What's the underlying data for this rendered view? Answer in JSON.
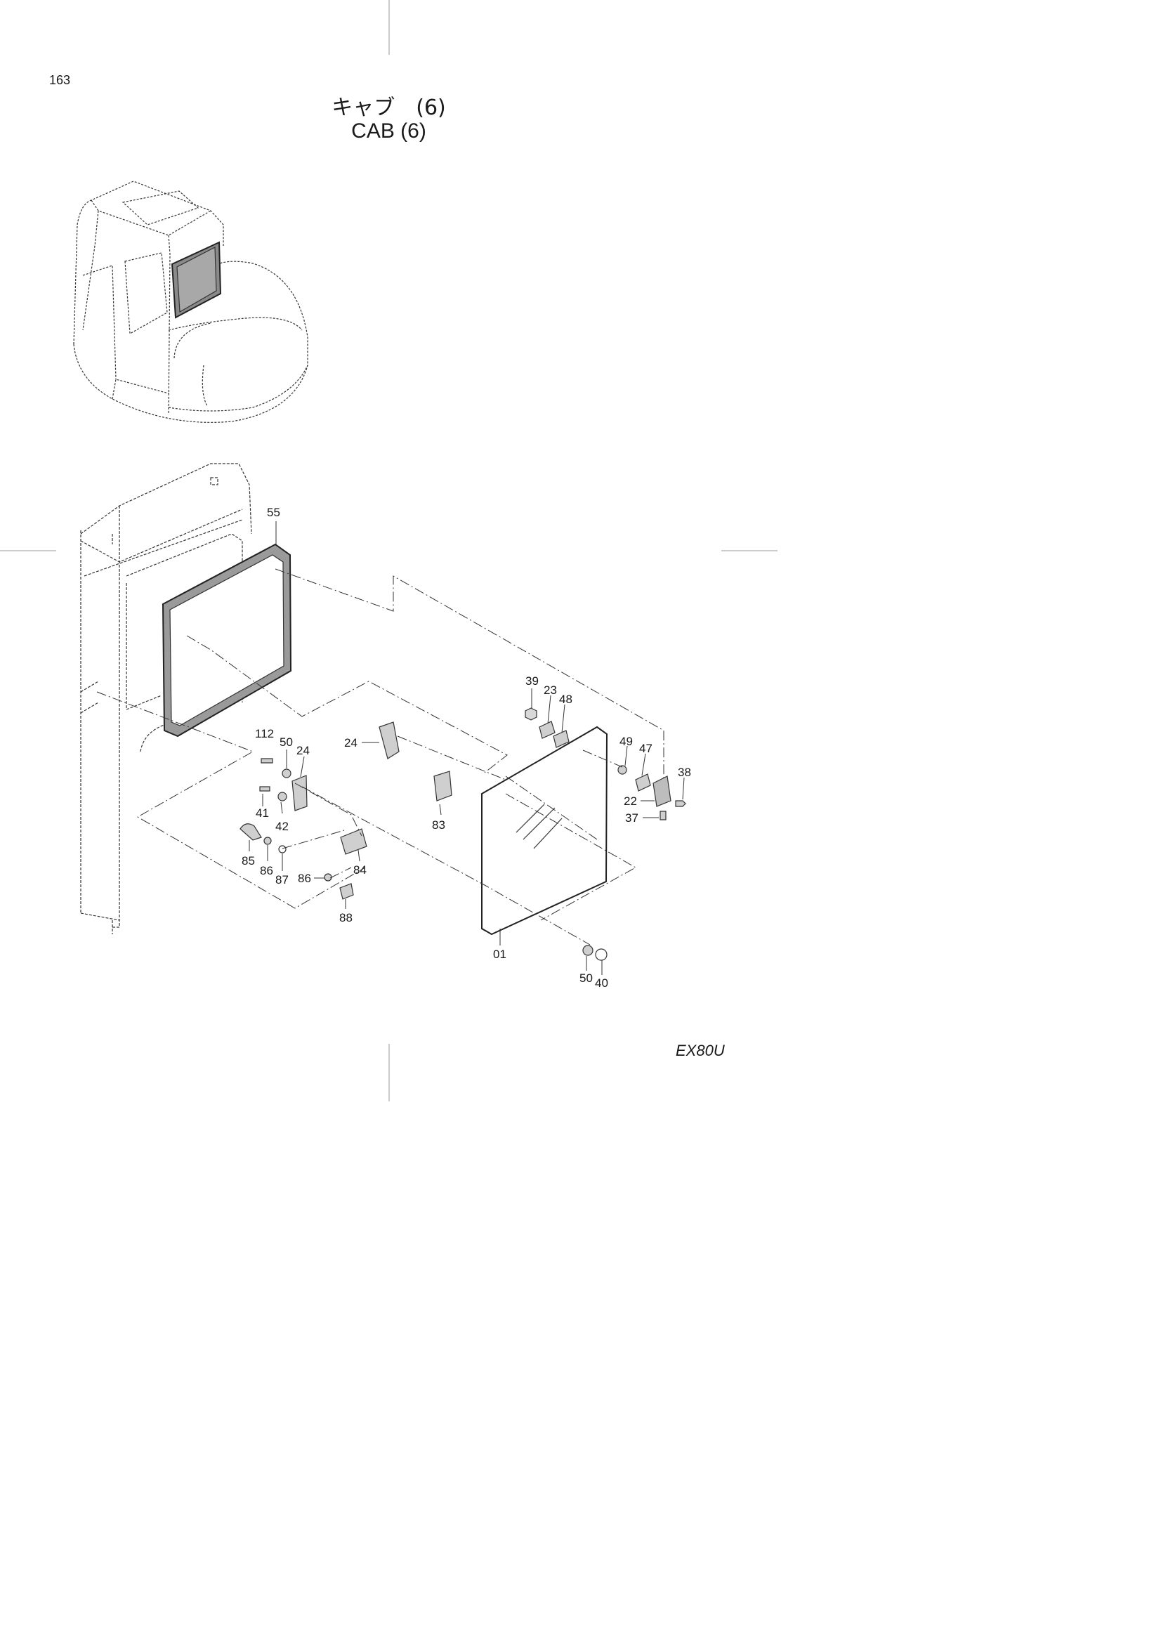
{
  "page_number": "163",
  "title_jp": "キャブ　(6)",
  "title_en": "CAB  (6)",
  "model": "EX80U",
  "callouts": [
    {
      "id": "callout-55",
      "text": "55"
    },
    {
      "id": "callout-39",
      "text": "39"
    },
    {
      "id": "callout-23",
      "text": "23"
    },
    {
      "id": "callout-48",
      "text": "48"
    },
    {
      "id": "callout-24a",
      "text": "24"
    },
    {
      "id": "callout-49",
      "text": "49"
    },
    {
      "id": "callout-47",
      "text": "47"
    },
    {
      "id": "callout-38",
      "text": "38"
    },
    {
      "id": "callout-22",
      "text": "22"
    },
    {
      "id": "callout-37",
      "text": "37"
    },
    {
      "id": "callout-112",
      "text": "112"
    },
    {
      "id": "callout-50a",
      "text": "50"
    },
    {
      "id": "callout-24b",
      "text": "24"
    },
    {
      "id": "callout-41",
      "text": "41"
    },
    {
      "id": "callout-42",
      "text": "42"
    },
    {
      "id": "callout-83",
      "text": "83"
    },
    {
      "id": "callout-85",
      "text": "85"
    },
    {
      "id": "callout-86a",
      "text": "86"
    },
    {
      "id": "callout-87",
      "text": "87"
    },
    {
      "id": "callout-84",
      "text": "84"
    },
    {
      "id": "callout-86b",
      "text": "86"
    },
    {
      "id": "callout-88",
      "text": "88"
    },
    {
      "id": "callout-01",
      "text": "01"
    },
    {
      "id": "callout-50b",
      "text": "50"
    },
    {
      "id": "callout-40",
      "text": "40"
    }
  ]
}
